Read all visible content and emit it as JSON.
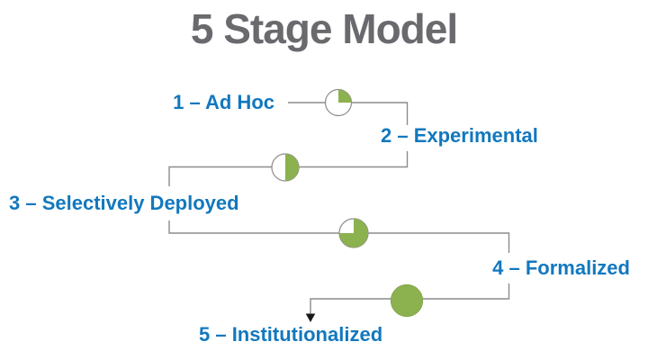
{
  "title": "5 Stage Model",
  "stages": [
    {
      "number": 1,
      "label": "1 – Ad Hoc"
    },
    {
      "number": 2,
      "label": "2 – Experimental"
    },
    {
      "number": 3,
      "label": "3 – Selectively Deployed"
    },
    {
      "number": 4,
      "label": "4 – Formalized"
    },
    {
      "number": 5,
      "label": "5 – Institutionalized"
    }
  ],
  "connectors": [
    {
      "from_stage": 1,
      "to_stage": 2,
      "fill_fraction": 0.25
    },
    {
      "from_stage": 2,
      "to_stage": 3,
      "fill_fraction": 0.5
    },
    {
      "from_stage": 3,
      "to_stage": 4,
      "fill_fraction": 0.75
    },
    {
      "from_stage": 4,
      "to_stage": 5,
      "fill_fraction": 1.0
    }
  ],
  "colors": {
    "background": "#ffffff",
    "title": "#6a696d",
    "stage_label": "#1278be",
    "connector_line": "#8c8c8c",
    "ball_fill": "#8cb14f",
    "ball_stroke": "#8c8c8c",
    "ball_full_stroke": "#7d9e45",
    "arrow": "#1a1a1a"
  }
}
